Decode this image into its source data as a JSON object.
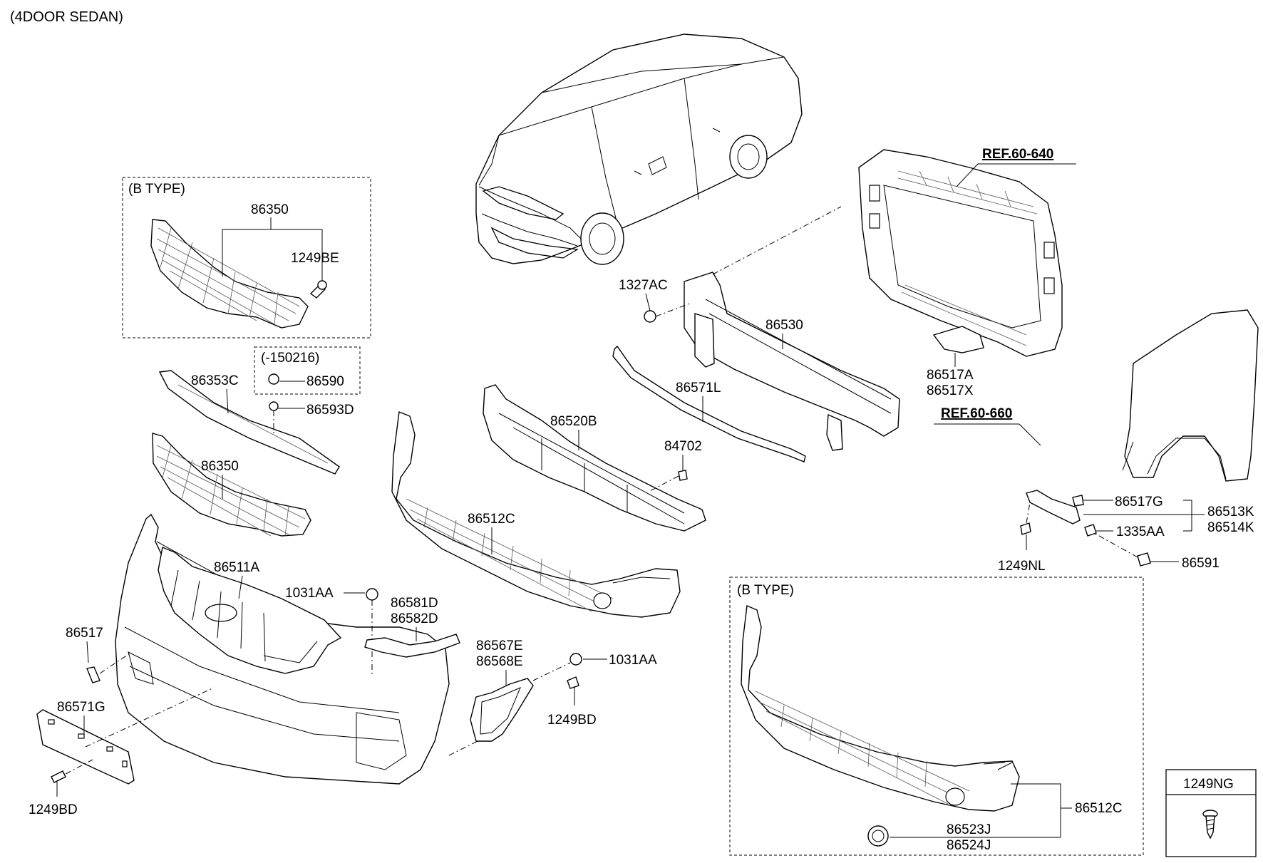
{
  "header": {
    "title": "(4DOOR SEDAN)"
  },
  "groups": {
    "b_type_grille": "(B TYPE)",
    "b_type_lower": "(B TYPE)",
    "range_note": "(-150216)"
  },
  "references": {
    "ref_60_640": "REF.60-640",
    "ref_60_660": "REF.60-660"
  },
  "parts": {
    "p86350_top": "86350",
    "p1249BE": "1249BE",
    "p86590": "86590",
    "p86353C": "86353C",
    "p86593D": "86593D",
    "p86350_mid": "86350",
    "p86511A": "86511A",
    "p1031AA_a": "1031AA",
    "p86581D": "86581D",
    "p86582D": "86582D",
    "p86517": "86517",
    "p86571G": "86571G",
    "p1249BD_a": "1249BD",
    "p86567E": "86567E",
    "p86568E": "86568E",
    "p1031AA_b": "1031AA",
    "p1249BD_b": "1249BD",
    "p86512C_a": "86512C",
    "p86520B": "86520B",
    "p84702": "84702",
    "p86571L": "86571L",
    "p86530": "86530",
    "p1327AC": "1327AC",
    "p86517A": "86517A",
    "p86517X": "86517X",
    "p86517G": "86517G",
    "p86513K": "86513K",
    "p86514K": "86514K",
    "p1335AA": "1335AA",
    "p1249NL": "1249NL",
    "p86591": "86591",
    "p86512C_b": "86512C",
    "p86523J": "86523J",
    "p86524J": "86524J"
  },
  "legend": {
    "code": "1249NG"
  }
}
